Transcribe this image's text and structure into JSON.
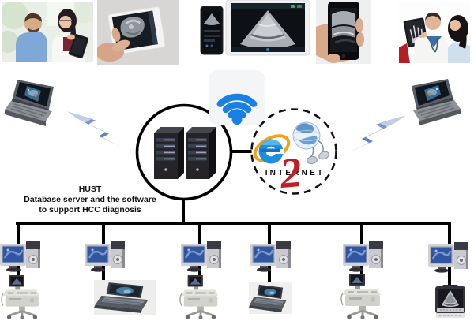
{
  "title_label": {
    "line1": "HUST",
    "line2": "Database server and the software",
    "line3": "to support HCC diagnosis"
  },
  "internet_badge": {
    "word": "INTERNET",
    "numeral": "2"
  },
  "colors": {
    "wifi_blue": "#1a80e4",
    "bolt_blue": "#5d82c6",
    "internet2_red": "#c01f26",
    "ie_blue": "#1e8fe0",
    "ie_swoosh_yellow": "#f0a41c",
    "pc_screen_blue": "#3056a2",
    "line_black": "#000000"
  },
  "photos": [
    {
      "name": "doctor-showing-tablet-to-patient"
    },
    {
      "name": "hand-holding-tablet-with-ultrasound"
    },
    {
      "name": "phone-and-tablet-with-ultrasound"
    },
    {
      "name": "hand-holding-phone-with-ultrasound"
    },
    {
      "name": "doctors-reviewing-scan-on-tablet"
    }
  ],
  "side_devices": {
    "left": "portable-ultrasound-laptop",
    "right": "portable-ultrasound-laptop"
  },
  "hub": {
    "server": "database-server-pair",
    "wireless": "wifi-signal",
    "cloud": "internet2-cloud"
  },
  "stations": [
    {
      "terminal": "workstation-pc",
      "machine": "cart-ultrasound-scanner"
    },
    {
      "terminal": "workstation-pc",
      "machine": "laptop-ultrasound-scanner"
    },
    {
      "terminal": "workstation-pc",
      "machine": "cart-ultrasound-scanner"
    },
    {
      "terminal": "workstation-pc",
      "machine": "laptop-ultrasound-scanner"
    },
    {
      "terminal": "workstation-pc",
      "machine": "cart-ultrasound-scanner"
    },
    {
      "terminal": "workstation-pc",
      "machine": "portable-box-ultrasound-scanner"
    }
  ]
}
